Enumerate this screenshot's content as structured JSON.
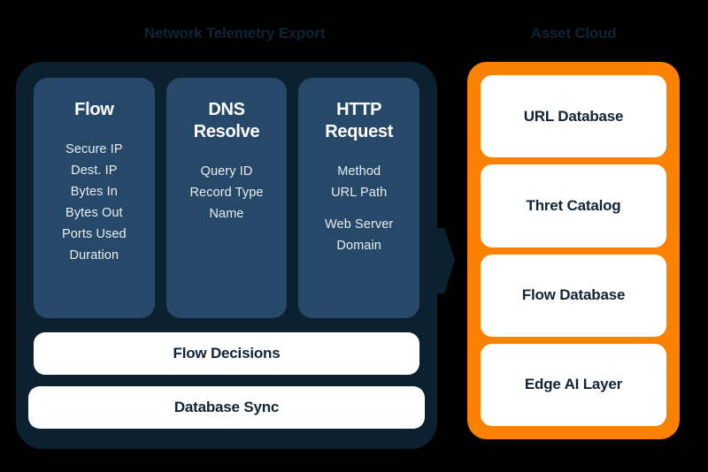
{
  "diagram": {
    "background_color": "#000000",
    "left_section": {
      "title": "Network Telemetry Export",
      "panel_color": "#0B2130",
      "card_color": "#26496A",
      "columns": [
        {
          "title": "Flow",
          "items": [
            "Secure IP",
            "Dest. IP",
            "Bytes In",
            "Bytes Out",
            "Ports Used",
            "Duration"
          ]
        },
        {
          "title": "DNS Resolve",
          "items": [
            "Query ID",
            "Record Type",
            "Name"
          ]
        },
        {
          "title": "HTTP Request",
          "items": [
            "Method",
            "URL Path"
          ],
          "items_secondary": [
            "Web Server Domain"
          ]
        }
      ],
      "bars": [
        {
          "label": "Flow Decisions"
        },
        {
          "label": "Database Sync"
        }
      ]
    },
    "connector": {
      "name": "arrow-right",
      "color": "#0B2130"
    },
    "right_section": {
      "title": "Asset Cloud",
      "panel_color": "#FB8200",
      "cards": [
        {
          "label": "URL Database"
        },
        {
          "label": "Thret Catalog"
        },
        {
          "label": "Flow Database"
        },
        {
          "label": "Edge AI Layer"
        }
      ]
    }
  }
}
